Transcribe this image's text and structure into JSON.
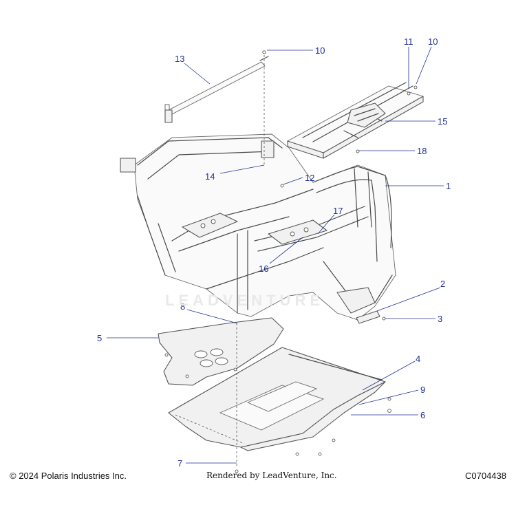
{
  "callouts": [
    {
      "id": "1",
      "label": "1"
    },
    {
      "id": "2",
      "label": "2"
    },
    {
      "id": "3",
      "label": "3"
    },
    {
      "id": "4",
      "label": "4"
    },
    {
      "id": "5",
      "label": "5"
    },
    {
      "id": "6",
      "label": "6"
    },
    {
      "id": "7",
      "label": "7"
    },
    {
      "id": "8",
      "label": "8"
    },
    {
      "id": "9",
      "label": "9"
    },
    {
      "id": "10a",
      "label": "10"
    },
    {
      "id": "10b",
      "label": "10"
    },
    {
      "id": "11",
      "label": "11"
    },
    {
      "id": "12",
      "label": "12"
    },
    {
      "id": "13",
      "label": "13"
    },
    {
      "id": "14",
      "label": "14"
    },
    {
      "id": "15",
      "label": "15"
    },
    {
      "id": "16",
      "label": "16"
    },
    {
      "id": "17",
      "label": "17"
    },
    {
      "id": "18",
      "label": "18"
    }
  ],
  "footer": {
    "copyright": "© 2024 Polaris Industries Inc.",
    "rendered_by": "Rendered by LeadVenture, Inc.",
    "diagram_code": "C0704438"
  },
  "watermark": "LEADVENTURE",
  "colors": {
    "callout": "#1f2f9a",
    "line_art": "#4a4a4a"
  }
}
